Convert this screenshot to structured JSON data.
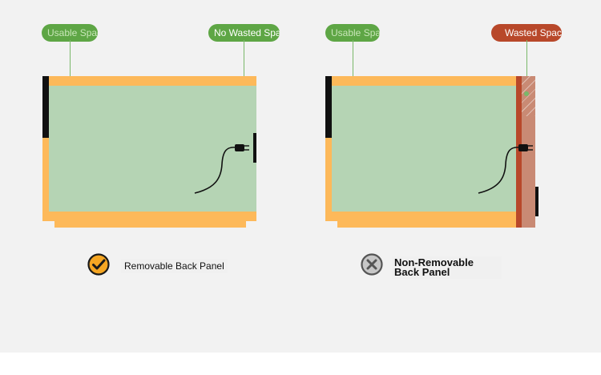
{
  "diagrams": [
    {
      "id": "removable",
      "pill_left": "Usable Space",
      "pill_right": "No Wasted Space",
      "caption": "Removable Back Panel",
      "status": "check-icon"
    },
    {
      "id": "non_removable",
      "pill_left": "Usable Space",
      "pill_right": "Wasted Space",
      "caption": "Non-Removable Back Panel",
      "status": "x-icon"
    }
  ],
  "colors": {
    "frame": "#fdb95a",
    "interior": "#b5d4b4",
    "usable_pill": "#5ea645",
    "wasted_pill": "#b8482a",
    "back_panel": "#c98a74",
    "check_badge": "#f5a623"
  }
}
